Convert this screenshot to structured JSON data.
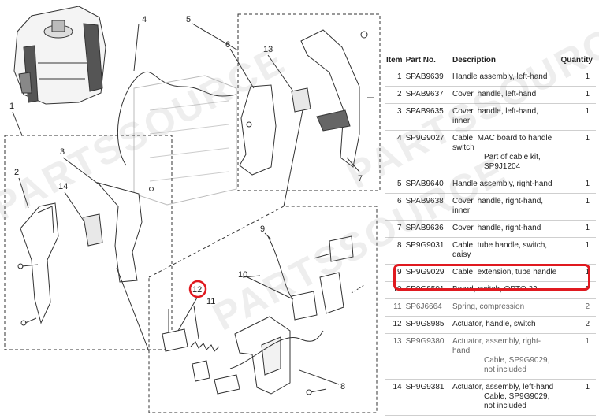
{
  "callouts": {
    "c1": "1",
    "c2": "2",
    "c3": "3",
    "c4": "4",
    "c5": "5",
    "c6": "6",
    "c7": "7",
    "c8": "8",
    "c9": "9",
    "c10": "10",
    "c11": "11",
    "c12": "12",
    "c13": "13",
    "c14": "14"
  },
  "table": {
    "headers": {
      "item": "Item",
      "part": "Part No.",
      "description": "Description",
      "quantity": "Quantity"
    },
    "rows": [
      {
        "item": "1",
        "part": "SPAB9639",
        "desc": "Handle assembly, left-hand",
        "desc2": "",
        "qty": "1"
      },
      {
        "item": "2",
        "part": "SPAB9637",
        "desc": "Cover, handle, left-hand",
        "desc2": "",
        "qty": "1"
      },
      {
        "item": "3",
        "part": "SPAB9635",
        "desc": "Cover, handle, left-hand, inner",
        "desc2": "",
        "qty": "1"
      },
      {
        "item": "4",
        "part": "SP9G9027",
        "desc": "Cable, MAC board to handle switch",
        "desc2": "Part of cable kit, SP9J1204",
        "qty": "1"
      },
      {
        "item": "5",
        "part": "SPAB9640",
        "desc": "Handle assembly, right-hand",
        "desc2": "",
        "qty": "1"
      },
      {
        "item": "6",
        "part": "SPAB9638",
        "desc": "Cover, handle, right-hand, inner",
        "desc2": "",
        "qty": "1"
      },
      {
        "item": "7",
        "part": "SPAB9636",
        "desc": "Cover, handle, right-hand",
        "desc2": "",
        "qty": "1"
      },
      {
        "item": "8",
        "part": "SP9G9031",
        "desc": "Cable, tube handle, switch, daisy",
        "desc2": "",
        "qty": "1"
      },
      {
        "item": "9",
        "part": "SP9G9029",
        "desc": "Cable, extension, tube handle",
        "desc2": "",
        "qty": "1"
      },
      {
        "item": "10",
        "part": "SP9G8591",
        "desc": "Board, switch, OPTO 22",
        "desc2": "",
        "qty": "2"
      },
      {
        "item": "11",
        "part": "SP6J6664",
        "desc": "Spring, compression",
        "desc2": "",
        "qty": "2"
      },
      {
        "item": "12",
        "part": "SP9G8985",
        "desc": "Actuator, handle, switch",
        "desc2": "",
        "qty": "2"
      },
      {
        "item": "13",
        "part": "SP9G9380",
        "desc": "Actuator, assembly, right-hand",
        "desc2": "Cable, SP9G9029, not included",
        "qty": "1"
      },
      {
        "item": "14",
        "part": "SP9G9381",
        "desc": "Actuator, assembly, left-hand",
        "desc2": "Cable, SP9G9029, not included",
        "qty": "1"
      }
    ]
  },
  "highlighted_item": "12",
  "watermark": "PARTSSOURCE",
  "colors": {
    "highlight": "#e0191f",
    "line": "#333333"
  }
}
